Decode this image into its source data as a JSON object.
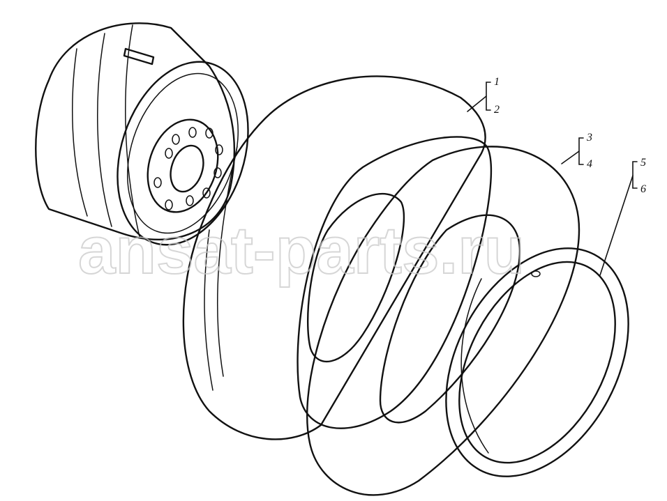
{
  "callouts": [
    {
      "id": "1",
      "text": "1"
    },
    {
      "id": "2",
      "text": "2"
    },
    {
      "id": "3",
      "text": "3"
    },
    {
      "id": "4",
      "text": "4"
    },
    {
      "id": "5",
      "text": "5"
    },
    {
      "id": "6",
      "text": "6"
    }
  ],
  "watermark": "ansat-parts.ru",
  "colors": {
    "ink": "#111111",
    "paper": "#ffffff",
    "watermark": "#c9c9c9"
  }
}
